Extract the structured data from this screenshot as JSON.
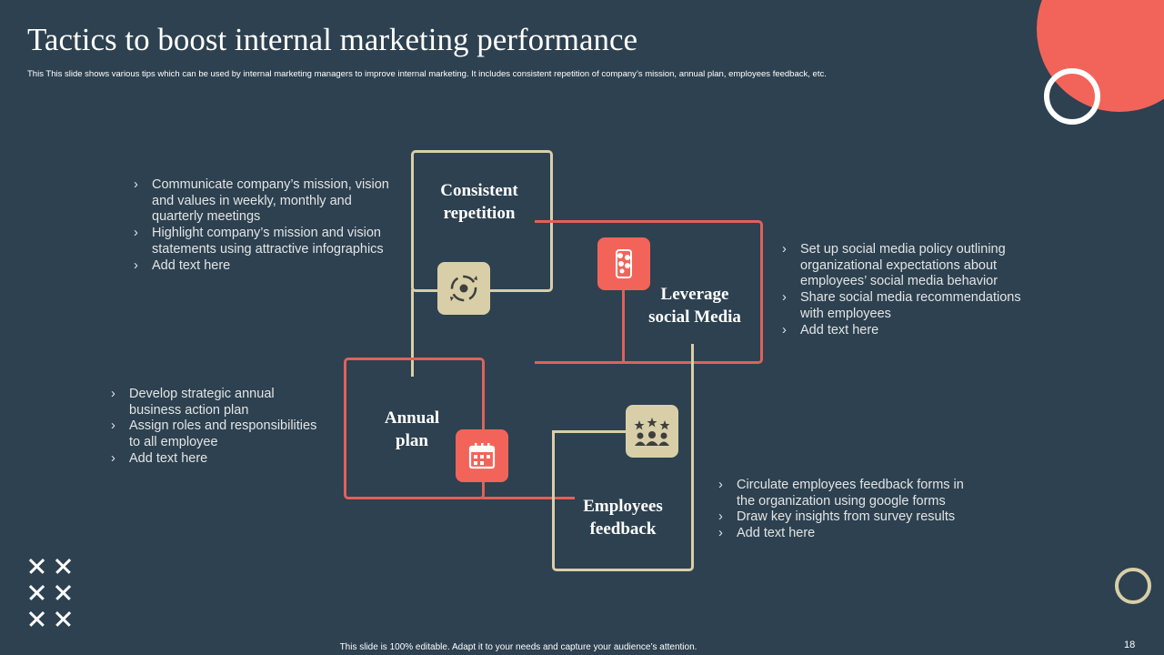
{
  "slide": {
    "title": "Tactics to boost internal marketing performance",
    "subtitle": "This This slide shows various tips which can be used by internal marketing managers to improve internal marketing. It includes consistent repetition of company’s mission, annual plan, employees feedback, etc.",
    "footer": "This slide is 100% editable. Adapt it to your needs and capture your audience’s attention.",
    "page_number": "18"
  },
  "colors": {
    "background": "#2d4150",
    "accent_red": "#f2645a",
    "accent_beige": "#d8cfa8",
    "text": "#ffffff"
  },
  "tactics": [
    {
      "title_line1": "Consistent",
      "title_line2": "repetition",
      "icon": "target-cycle-icon",
      "bullets": [
        "Communicate company’s mission, vision and values in weekly, monthly and quarterly meetings",
        "Highlight company’s mission and vision statements using attractive infographics",
        "Add text here"
      ]
    },
    {
      "title_line1": "Leverage",
      "title_line2": "social Media",
      "icon": "social-media-phone-icon",
      "bullets": [
        "Set up social media policy outlining organizational expectations about employees’ social media behavior",
        "Share social media recommendations with employees",
        "Add text here"
      ]
    },
    {
      "title_line1": "Annual",
      "title_line2": "plan",
      "icon": "calendar-icon",
      "bullets": [
        "Develop strategic annual business action plan",
        "Assign roles and responsibilities to all employee",
        "Add text here"
      ]
    },
    {
      "title_line1": "Employees",
      "title_line2": "feedback",
      "icon": "rating-group-icon",
      "bullets": [
        "Circulate employees feedback forms in the organization using google forms",
        "Draw key insights from  survey results",
        "Add text here"
      ]
    }
  ]
}
